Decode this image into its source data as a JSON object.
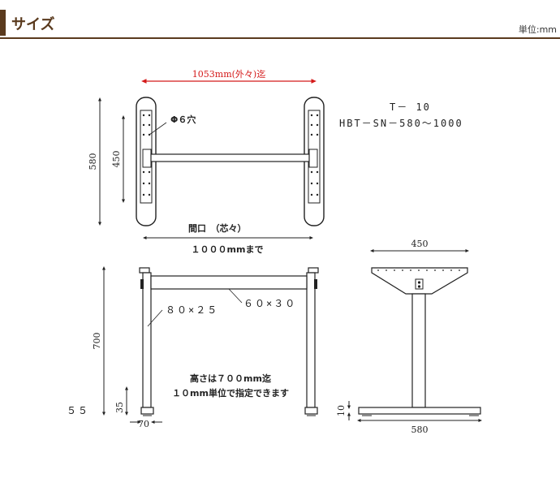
{
  "header": {
    "title": "サイズ",
    "unit_label": "単位:mm"
  },
  "top_view": {
    "outer_width_label": "1053mm(外々)迄",
    "height_label": "580",
    "inner_height_label": "450",
    "hole_label": "Φ６穴"
  },
  "model": {
    "line1": "T－ 10",
    "line2": "HBT－SN－580～1000"
  },
  "span": {
    "title": "間口　（芯々）",
    "value": "１０００mmまで"
  },
  "front_view": {
    "height_label": "700",
    "foot_label": "35",
    "foot_width_label": "70",
    "post_label": "８０×２５",
    "beam_label": "６０×３０",
    "note_line1": "高さは７００mm迄",
    "note_line2": "１０mm単位で指定できます",
    "side_value": "５５"
  },
  "side_view": {
    "top_width_label": "450",
    "base_width_label": "580",
    "base_height_label": "10"
  }
}
